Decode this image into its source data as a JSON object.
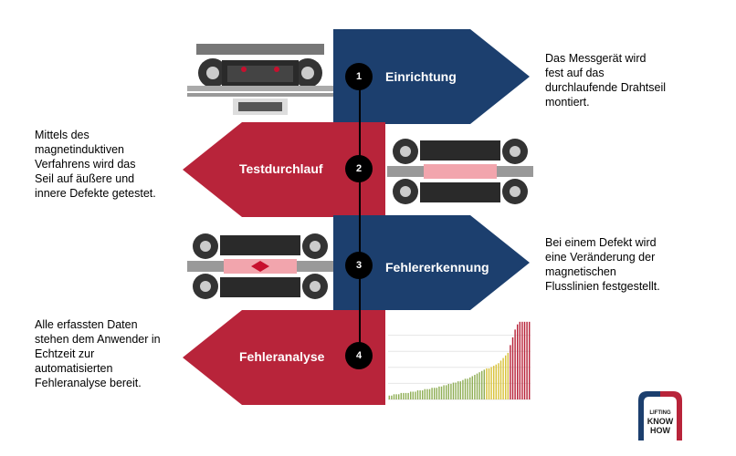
{
  "steps": [
    {
      "number": "1",
      "label": "Einrichtung",
      "description": [
        "Das Messgerät wird",
        "fest auf das",
        "durchlaufende Drahtseil",
        "montiert."
      ]
    },
    {
      "number": "2",
      "label": "Testdurchlauf",
      "description": [
        "Mittels des",
        "magnetinduktiven",
        "Verfahrens wird das",
        "Seil auf äußere und",
        "innere Defekte getestet."
      ]
    },
    {
      "number": "3",
      "label": "Fehlererkennung",
      "description": [
        "Bei einem Defekt wird",
        "eine Veränderung der",
        "magnetischen",
        "Flusslinien festgestellt."
      ]
    },
    {
      "number": "4",
      "label": "Fehleranalyse",
      "description": [
        "Alle erfassten Daten",
        "stehen dem Anwender in",
        "Echtzeit zur",
        "automatisierten",
        "Fehleranalyse bereit."
      ]
    }
  ],
  "logo": {
    "lines": [
      "LIFTING",
      "KNOW",
      "HOW"
    ]
  },
  "colors": {
    "blue": "#1c3f6e",
    "red": "#b8243a",
    "bar_green": "#8fae55",
    "bar_yellow": "#d8c23a",
    "bar_red": "#b8243a"
  },
  "chart_data": {
    "type": "bar",
    "values": [
      3,
      3,
      4,
      4,
      4,
      5,
      5,
      5,
      5,
      6,
      6,
      6,
      7,
      7,
      7,
      8,
      8,
      8,
      9,
      9,
      9,
      10,
      10,
      11,
      11,
      12,
      12,
      13,
      13,
      14,
      14,
      15,
      16,
      16,
      17,
      18,
      19,
      20,
      21,
      22,
      23,
      24,
      24,
      25,
      26,
      27,
      28,
      30,
      32,
      34,
      36,
      42,
      48,
      54,
      58,
      60,
      60,
      60,
      60,
      60
    ],
    "ylim": [
      0,
      62
    ],
    "grid": true
  }
}
